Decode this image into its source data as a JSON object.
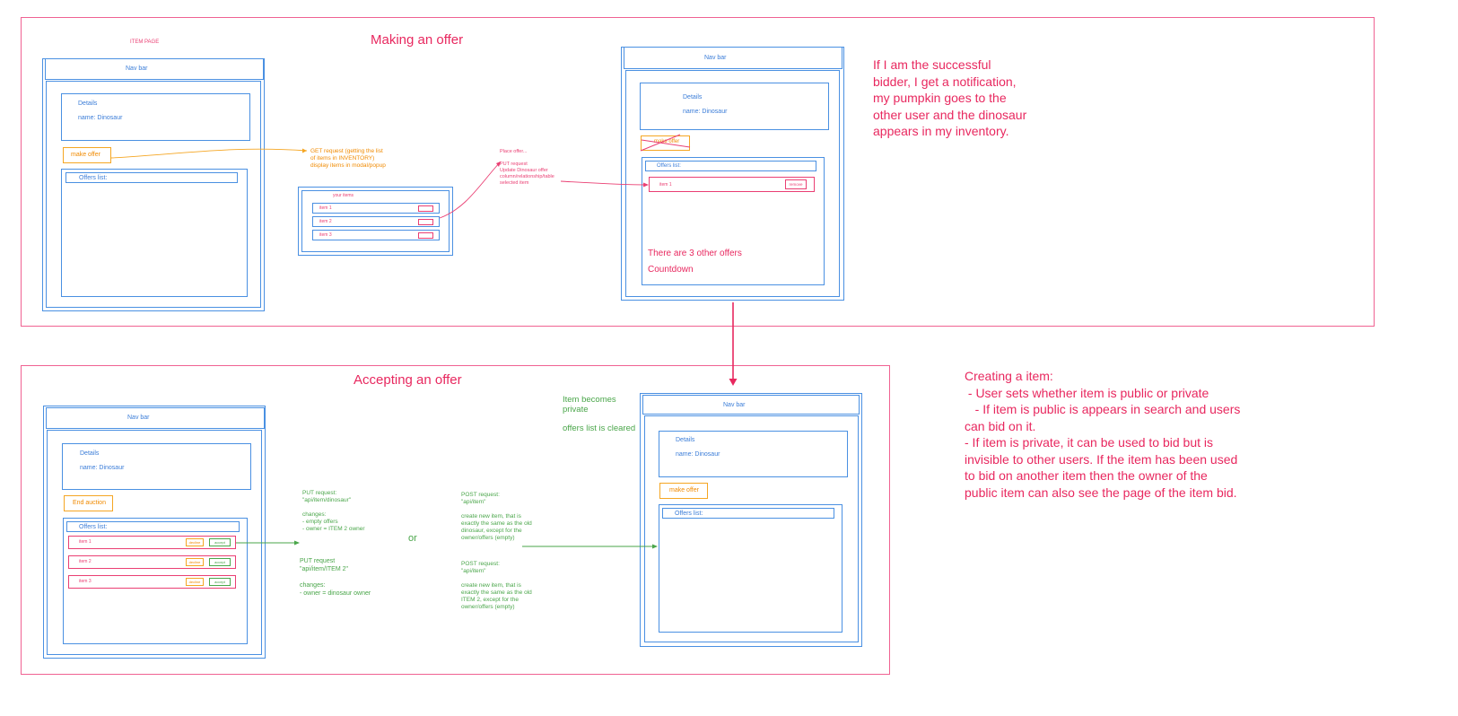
{
  "making": {
    "title": "Making an offer",
    "item_page_label": "ITEM PAGE",
    "left_page": {
      "navbar": "Nav bar",
      "details": "Details",
      "name": "name: Dinosaur",
      "make_offer": "make offer",
      "offers_list": "Offers list:"
    },
    "get_request": "GET request (getting the list\nof items in INVENTORY)\ndisplay items in modal/popup",
    "modal": {
      "title": "your items",
      "rows": [
        "item 1",
        "item 2",
        "item 3"
      ]
    },
    "put_request": "Place offer...\n\nPUT request\nUpdate Dinosaur offer\ncolumn/relationship/table\nselected item",
    "right_page": {
      "navbar": "Nav bar",
      "details": "Details",
      "name": "name: Dinosaur",
      "make_offer": "make offer",
      "offers_list": "Offers list:",
      "offer_row": "item 1",
      "offer_row_btn": "remove",
      "other_offers": "There are 3 other offers",
      "countdown": "Countdown"
    },
    "note": "If I am the successful\nbidder, I get a notification,\nmy pumpkin goes to the\nother user and the dinosaur\nappears in my inventory."
  },
  "accepting": {
    "title": "Accepting an offer",
    "left_page": {
      "navbar": "Nav bar",
      "details": "Details",
      "name": "name: Dinosaur",
      "end_auction": "End auction",
      "offers_list": "Offers list:",
      "rows": [
        {
          "label": "item 1",
          "decline": "decline",
          "accept": "accept"
        },
        {
          "label": "item 2",
          "decline": "decline",
          "accept": "accept"
        },
        {
          "label": "item 3",
          "decline": "decline",
          "accept": "accept"
        }
      ]
    },
    "put1": "PUT request:\n\"api/item/dinosaur\"\n\nchanges:\n- empty offers\n- owner = ITEM 2 owner",
    "put2": "PUT request\n\"api/item/ITEM 2\"\n\nchanges:\n- owner = dinosaur owner",
    "or": "or",
    "post1": "POST request:\n\"api/item\"\n\ncreate new item, that is\nexactly the same as the old\ndinosaur, except for the\nowner/offers (empty)",
    "post2": "POST request:\n\"api/item\"\n\ncreate new item, that is\nexactly the same as the old\nITEM 2, except for the\nowner/offers (empty)",
    "item_private": "Item becomes\nprivate",
    "offers_cleared": "offers list is cleared",
    "right_page": {
      "navbar": "Nav bar",
      "details": "Details",
      "name": "name: Dinosaur",
      "make_offer": "make offer",
      "offers_list": "Offers list:"
    }
  },
  "creating_note": "Creating a item:\n - User sets whether item is public or private\n   - If item is public is appears in search and users\ncan bid on it.\n- If item is private, it can be used to bid but is\ninvisible to other users. If the item has been used\nto bid on another item then the owner of the\npublic item can also see the page of the item bid.",
  "colors": {
    "pink": "#e8285f",
    "blue": "#4a90e2",
    "orange": "#f5a623",
    "green": "#4aa64a"
  }
}
